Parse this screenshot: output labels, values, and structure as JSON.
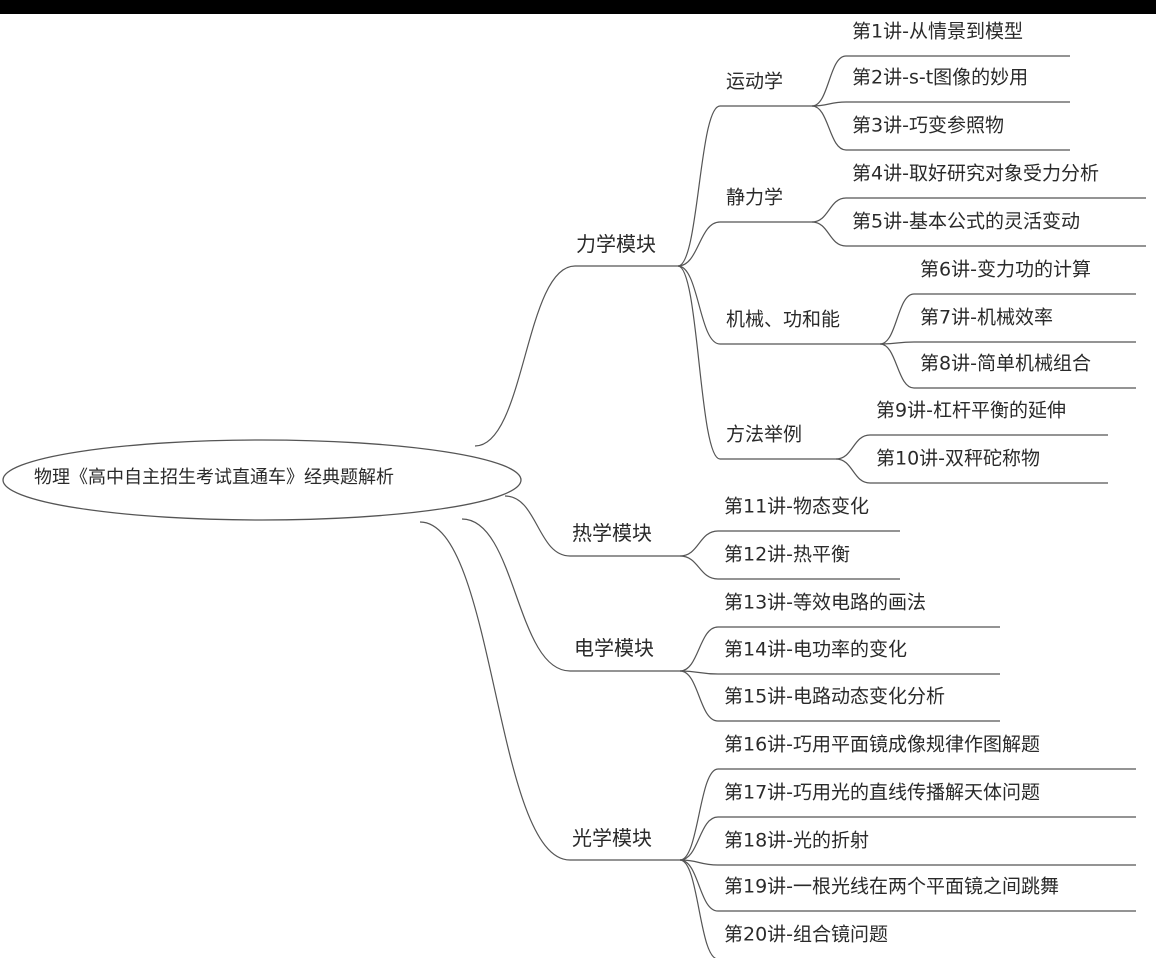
{
  "root": {
    "label": "物理《高中自主招生考试直通车》经典题解析"
  },
  "modules": [
    {
      "label": "力学模块",
      "subs": [
        {
          "label": "运动学",
          "leaves": [
            "第1讲-从情景到模型",
            "第2讲-s-t图像的妙用",
            "第3讲-巧变参照物"
          ]
        },
        {
          "label": "静力学",
          "leaves": [
            "第4讲-取好研究对象受力分析",
            "第5讲-基本公式的灵活变动"
          ]
        },
        {
          "label": "机械、功和能",
          "leaves": [
            "第6讲-变力功的计算",
            "第7讲-机械效率",
            "第8讲-简单机械组合"
          ]
        },
        {
          "label": "方法举例",
          "leaves": [
            "第9讲-杠杆平衡的延伸",
            "第10讲-双秤砣称物"
          ]
        }
      ]
    },
    {
      "label": "热学模块",
      "leaves": [
        "第11讲-物态变化",
        "第12讲-热平衡"
      ]
    },
    {
      "label": "电学模块",
      "leaves": [
        "第13讲-等效电路的画法",
        "第14讲-电功率的变化",
        "第15讲-电路动态变化分析"
      ]
    },
    {
      "label": "光学模块",
      "leaves": [
        "第16讲-巧用平面镜成像规律作图解题",
        "第17讲-巧用光的直线传播解天体问题",
        "第18讲-光的折射",
        "第19讲-一根光线在两个平面镜之间跳舞",
        "第20讲-组合镜问题"
      ]
    }
  ]
}
